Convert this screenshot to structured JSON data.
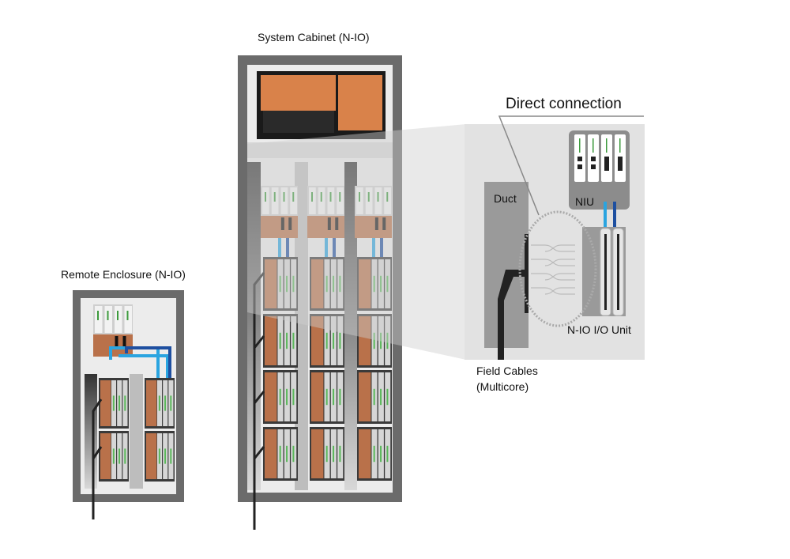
{
  "labels": {
    "system_cabinet": "System Cabinet (N-IO)",
    "remote_enclosure": "Remote Enclosure (N-IO)",
    "direct_connection": "Direct connection",
    "duct": "Duct",
    "niu": "NIU",
    "io_unit": "N-IO I/O Unit",
    "field_cables_line1": "Field Cables",
    "field_cables_line2": "(Multicore)"
  },
  "colors": {
    "cabinet_frame": "#6b6b6b",
    "cabinet_inner": "#ececec",
    "module_orange": "#d9824a",
    "module_copper": "#b9714a",
    "cable_light_blue": "#2aa4e0",
    "cable_dark_blue": "#1e4fa0",
    "field_cable": "#222222"
  }
}
